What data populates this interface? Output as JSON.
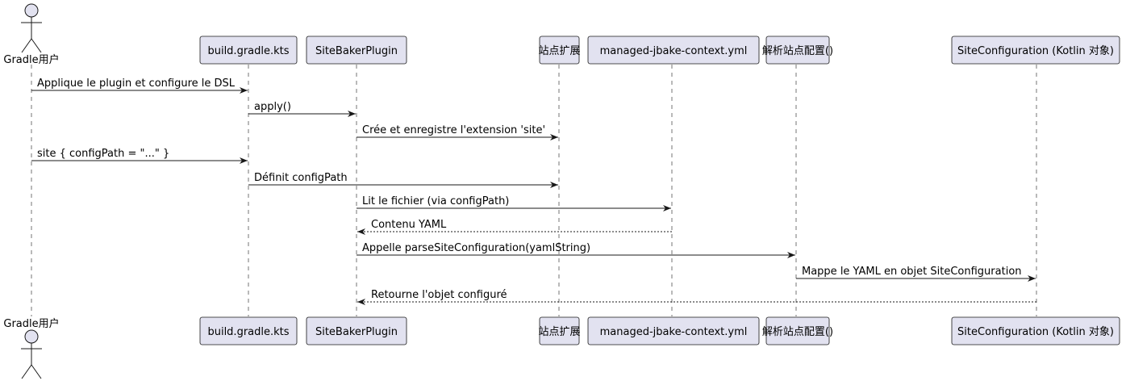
{
  "participants": [
    {
      "id": "gradle",
      "label": "Gradle用户",
      "kind": "actor"
    },
    {
      "id": "kts",
      "label": "build.gradle.kts",
      "kind": "box"
    },
    {
      "id": "plugin",
      "label": "SiteBakerPlugin",
      "kind": "box"
    },
    {
      "id": "ext",
      "label": "站点扩展",
      "kind": "box"
    },
    {
      "id": "yml",
      "label": "managed-jbake-context.yml",
      "kind": "box"
    },
    {
      "id": "parse",
      "label": "解析站点配置()",
      "kind": "box"
    },
    {
      "id": "conf",
      "label": "SiteConfiguration (Kotlin 对象)",
      "kind": "box"
    }
  ],
  "messages": [
    {
      "from": "gradle",
      "to": "kts",
      "text": "Applique le plugin et configure le DSL",
      "style": "solid"
    },
    {
      "from": "kts",
      "to": "plugin",
      "text": "apply()",
      "style": "solid"
    },
    {
      "from": "plugin",
      "to": "ext",
      "text": "Crée et enregistre l'extension 'site'",
      "style": "solid"
    },
    {
      "from": "gradle",
      "to": "kts",
      "text": "site { configPath = \"...\" }",
      "style": "solid"
    },
    {
      "from": "kts",
      "to": "ext",
      "text": "Définit configPath",
      "style": "solid"
    },
    {
      "from": "plugin",
      "to": "yml",
      "text": "Lit le fichier (via configPath)",
      "style": "solid"
    },
    {
      "from": "yml",
      "to": "plugin",
      "text": "Contenu YAML",
      "style": "dashed"
    },
    {
      "from": "plugin",
      "to": "parse",
      "text": "Appelle parseSiteConfiguration(yamlString)",
      "style": "solid"
    },
    {
      "from": "parse",
      "to": "conf",
      "text": "Mappe le YAML en objet SiteConfiguration",
      "style": "solid"
    },
    {
      "from": "conf",
      "to": "plugin",
      "text": "Retourne l'objet configuré",
      "style": "dashed"
    }
  ],
  "colors": {
    "box_fill": "#E2E2F0",
    "box_stroke": "#181818",
    "lifeline": "#181818",
    "arrow": "#181818"
  }
}
